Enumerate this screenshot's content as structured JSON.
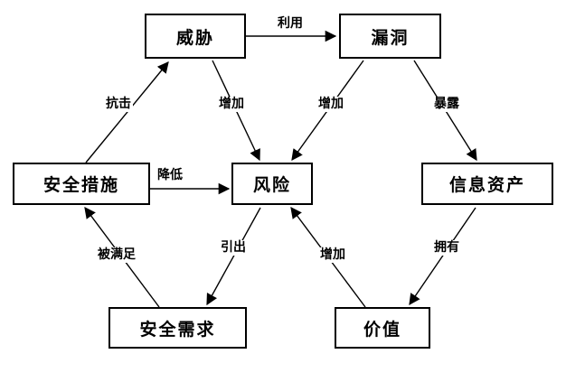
{
  "diagram": {
    "nodes": [
      {
        "id": "threat",
        "label": "威胁"
      },
      {
        "id": "vulnerability",
        "label": "漏洞"
      },
      {
        "id": "security-measures",
        "label": "安全措施"
      },
      {
        "id": "risk",
        "label": "风险"
      },
      {
        "id": "information-assets",
        "label": "信息资产"
      },
      {
        "id": "security-requirements",
        "label": "安全需求"
      },
      {
        "id": "value",
        "label": "价值"
      }
    ],
    "edges": [
      {
        "from": "威胁",
        "to": "漏洞",
        "label": "利用"
      },
      {
        "from": "安全措施",
        "to": "威胁",
        "label": "抗击"
      },
      {
        "from": "威胁",
        "to": "风险",
        "label": "增加"
      },
      {
        "from": "漏洞",
        "to": "风险",
        "label": "增加"
      },
      {
        "from": "漏洞",
        "to": "信息资产",
        "label": "暴露"
      },
      {
        "from": "安全措施",
        "to": "风险",
        "label": "降低"
      },
      {
        "from": "安全需求",
        "to": "安全措施",
        "label": "被满足"
      },
      {
        "from": "风险",
        "to": "安全需求",
        "label": "引出"
      },
      {
        "from": "价值",
        "to": "风险",
        "label": "增加"
      },
      {
        "from": "信息资产",
        "to": "价值",
        "label": "拥有"
      }
    ],
    "colors": {
      "background": "#ffffff",
      "node_fill": "#ffffff",
      "node_border": "#000000",
      "line": "#000000",
      "text": "#000000"
    }
  }
}
